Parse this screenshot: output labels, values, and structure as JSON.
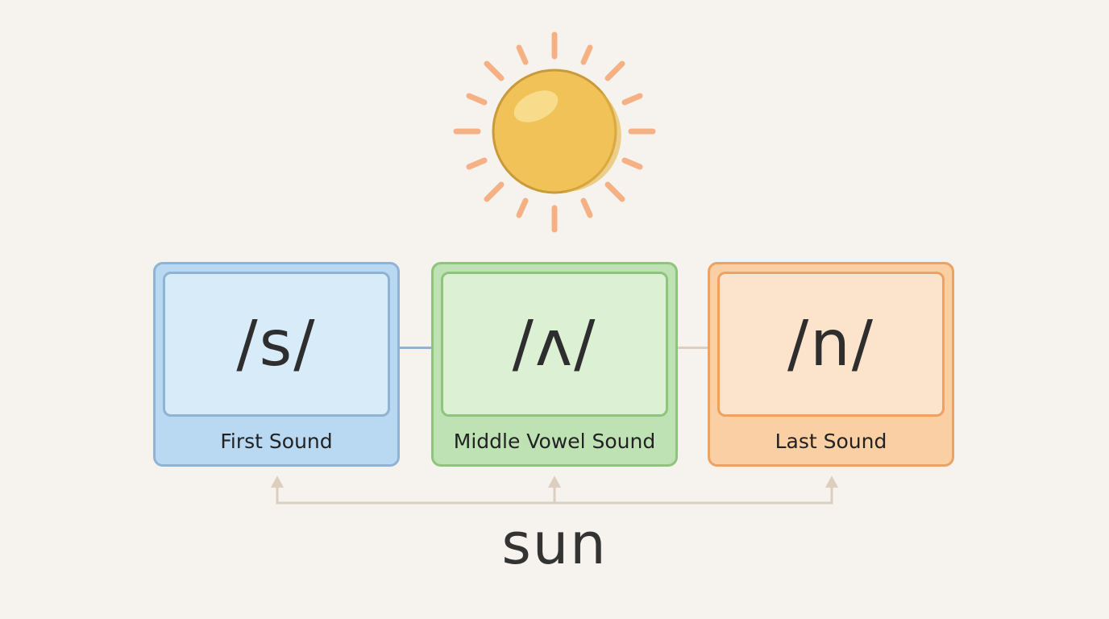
{
  "illustration": {
    "icon": "sun-icon",
    "colors": {
      "body": "#f0c257",
      "outline": "#c99a3a",
      "rays": "#f5b184",
      "highlight": "#f8dc8c"
    }
  },
  "cards": [
    {
      "phoneme": "/s/",
      "label": "First Sound",
      "color": "#b8d9f1"
    },
    {
      "phoneme": "/ʌ/",
      "label": "Middle Vowel Sound",
      "color": "#bfe2b4"
    },
    {
      "phoneme": "/n/",
      "label": "Last Sound",
      "color": "#f9cfa3"
    }
  ],
  "word": "sun"
}
